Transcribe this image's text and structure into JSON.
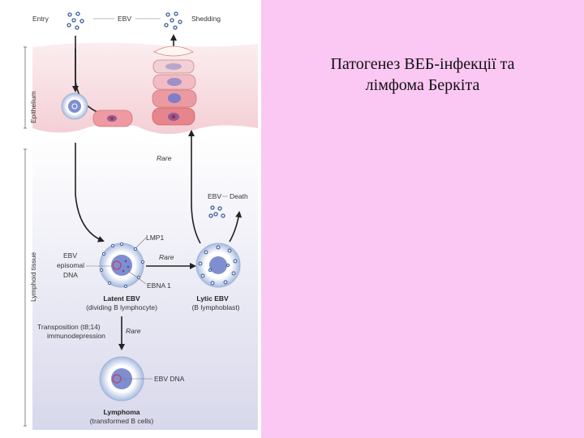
{
  "slide": {
    "title_line1": "Патогенез ВЕБ-інфекції та",
    "title_line2": "лімфома Беркіта",
    "background_color": "#fbc8f4"
  },
  "diagram": {
    "top": {
      "entry": "Entry",
      "ebv": "EBV",
      "shedding": "Shedding"
    },
    "regions": {
      "epithelium": "Epithelium",
      "lymphoid": "Lymphoid tissue"
    },
    "rare_epithelial": "Rare",
    "rare_lytic": "Rare",
    "rare_lymphoma": "Rare",
    "ebv_death": {
      "ebv": "EBV",
      "death": "Death"
    },
    "latent": {
      "lmp1": "LMP1",
      "ebv_line1": "EBV",
      "ebv_line2": "episomal",
      "ebv_line3": "DNA",
      "ebna1": "EBNA 1",
      "title": "Latent EBV",
      "subtitle": "(dividing B lymphocyte)"
    },
    "lytic": {
      "title": "Lytic EBV",
      "subtitle": "(B lymphoblast)"
    },
    "translocation_line1": "Transposition (t8;14)",
    "translocation_line2": "immunodepression",
    "lymphoma": {
      "ebv_dna": "EBV DNA",
      "title": "Lymphoma",
      "subtitle": "(transformed B cells)"
    },
    "colors": {
      "epithelium": "#f7dade",
      "lymphoid": "#dcdcee",
      "cell_membrane": "#9fb3d6",
      "nucleus": "#7f8ed0",
      "virion": "#3a5c9a",
      "epithelial_cell": "#ee8f95"
    }
  }
}
